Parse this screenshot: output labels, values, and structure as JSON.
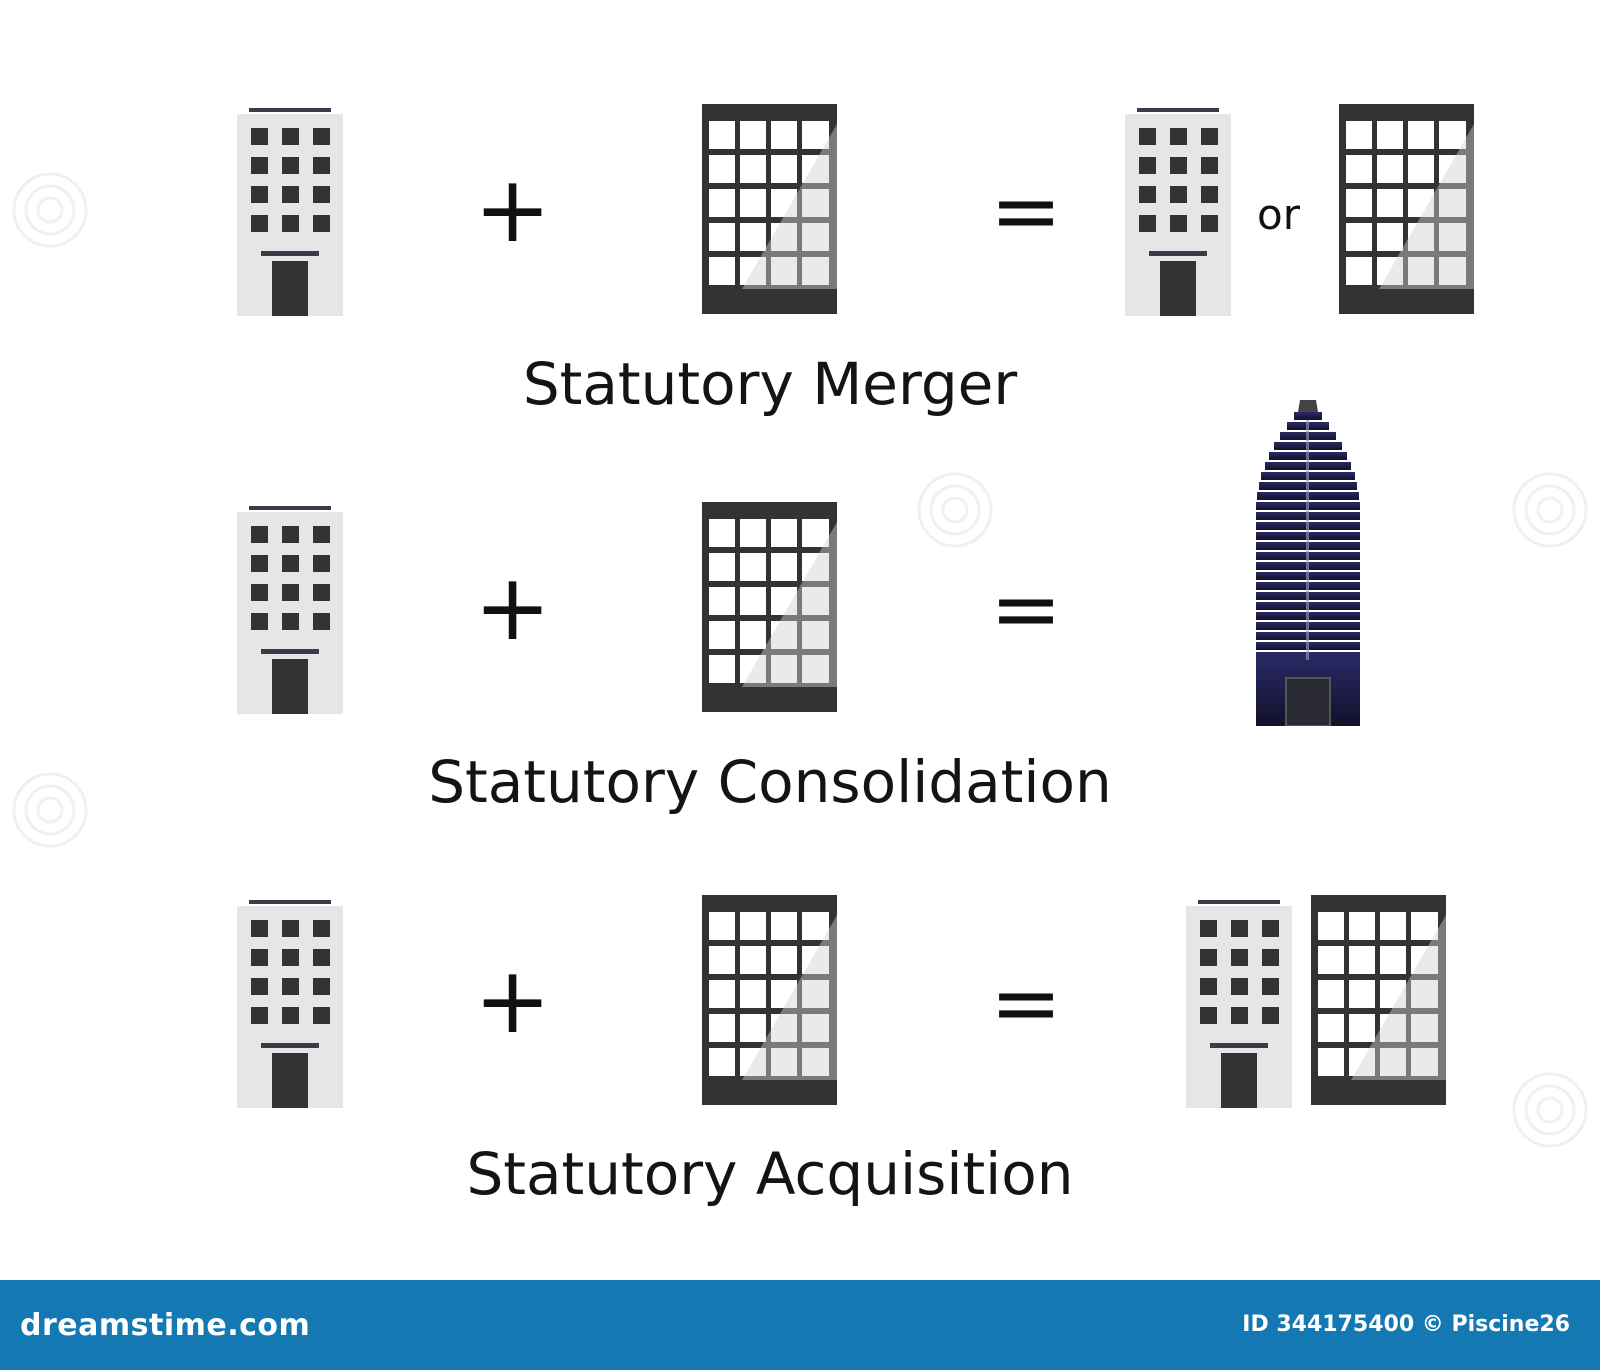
{
  "rows": [
    {
      "label": "Statutory Merger",
      "operator_plus": "+",
      "operator_equals": "=",
      "or_text": "or"
    },
    {
      "label": "Statutory Consolidation",
      "operator_plus": "+",
      "operator_equals": "="
    },
    {
      "label": "Statutory Acquisition",
      "operator_plus": "+",
      "operator_equals": "="
    }
  ],
  "footer": {
    "brand": "dreamstime.com",
    "credit": "ID 344175400 © Piscine26"
  },
  "colors": {
    "building_light": "#e6e6e6",
    "building_dark": "#333333",
    "skyscraper": "#1b1a3f",
    "footer": "#1479b3"
  },
  "icons": {
    "small_building": "office-building-icon",
    "grid_building": "glass-office-building-icon",
    "skyscraper": "skyscraper-icon"
  }
}
